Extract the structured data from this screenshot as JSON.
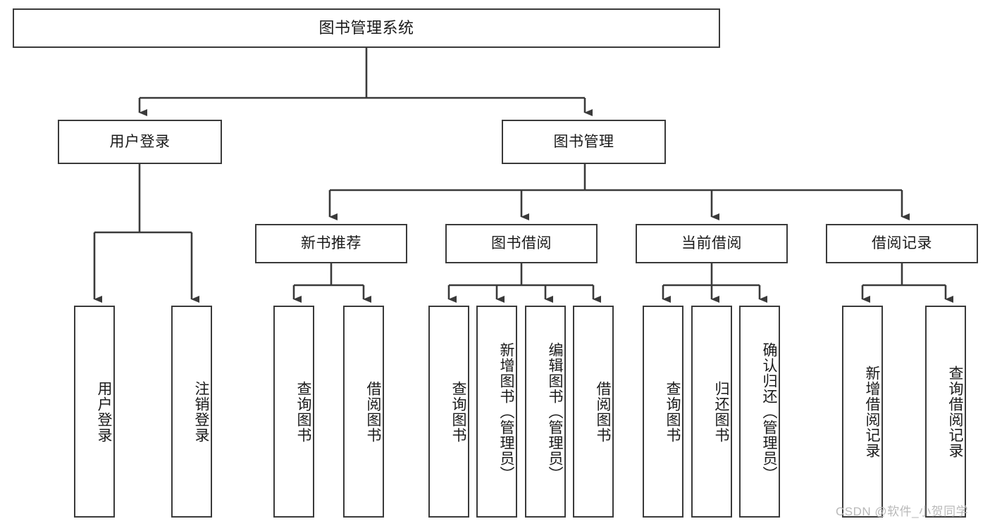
{
  "diagram": {
    "title": "图书管理系统",
    "type": "tree-hierarchy-chart",
    "root": {
      "label": "图书管理系统"
    },
    "level1": [
      {
        "label": "用户登录"
      },
      {
        "label": "图书管理"
      }
    ],
    "level2": [
      {
        "label": "新书推荐"
      },
      {
        "label": "图书借阅"
      },
      {
        "label": "当前借阅"
      },
      {
        "label": "借阅记录"
      }
    ],
    "leaves": {
      "user_login": [
        {
          "label": "用户登录"
        },
        {
          "label": "注销登录"
        }
      ],
      "new_book_recommend": [
        {
          "label": "查询图书"
        },
        {
          "label": "借阅图书"
        }
      ],
      "book_borrow": [
        {
          "label": "查询图书"
        },
        {
          "label": "新增图书（管理员）"
        },
        {
          "label": "编辑图书（管理员）"
        },
        {
          "label": "借阅图书"
        }
      ],
      "current_borrow": [
        {
          "label": "查询图书"
        },
        {
          "label": "归还图书"
        },
        {
          "label": "确认归还（管理员）"
        }
      ],
      "borrow_record": [
        {
          "label": "新增借阅记录"
        },
        {
          "label": "查询借阅记录"
        }
      ]
    }
  },
  "watermark": {
    "text": "CSDN @软件_小贺同学"
  },
  "colors": {
    "stroke": "#3a3a3a",
    "fill": "#ffffff",
    "text": "#1a1a1a",
    "watermark": "#b9b9b9"
  }
}
